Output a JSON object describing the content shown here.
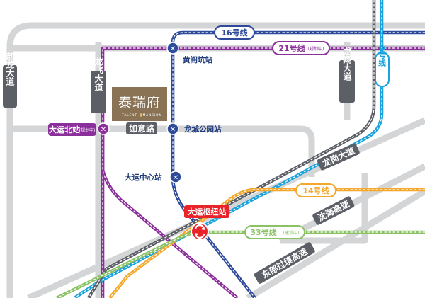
{
  "colors": {
    "road": "#d4d5d7",
    "road_label_bg": "#5c5f66",
    "line16": "#2d4a9b",
    "line21": "#8b2f9a",
    "line3": "#1aa2dc",
    "line14": "#f4a72a",
    "line33": "#8cc266",
    "dongbu_route": "#5c5f66",
    "purple_connector": "#8b2f9a",
    "hub": "#e8232a",
    "project_brown": "#8a7355",
    "station_text": "#1e3a7a"
  },
  "lines": {
    "line16": {
      "label": "16号线"
    },
    "line21": {
      "label": "21号线",
      "note": "(规划中)"
    },
    "line3": {
      "label": "3号线"
    },
    "line14": {
      "label": "14号线"
    },
    "line33": {
      "label": "33号线",
      "note": "(建设中)"
    }
  },
  "roads": {
    "yanlong": "盐龙大道",
    "longfei": "龙飞大道",
    "longxiang": "龙翔大道",
    "longgang": "龙岗大道",
    "ruyi": "如意路",
    "shenhai": "沈海高速",
    "dongbu": "东部过境高速"
  },
  "stations": {
    "huangge": "黄阁坑站",
    "longcheng": "龙城公园站",
    "dayun_center": "大运中心站",
    "dayun_north": "大运北站",
    "dayun_north_note": "(规划中)",
    "dayun_hub": "大运枢纽站"
  },
  "project": {
    "name_cn": "泰瑞府",
    "name_en_left": "TALENT",
    "name_en_right": "MANSION"
  },
  "icons": {
    "metro": "metro-icon",
    "hub": "hub-interchange-icon"
  }
}
